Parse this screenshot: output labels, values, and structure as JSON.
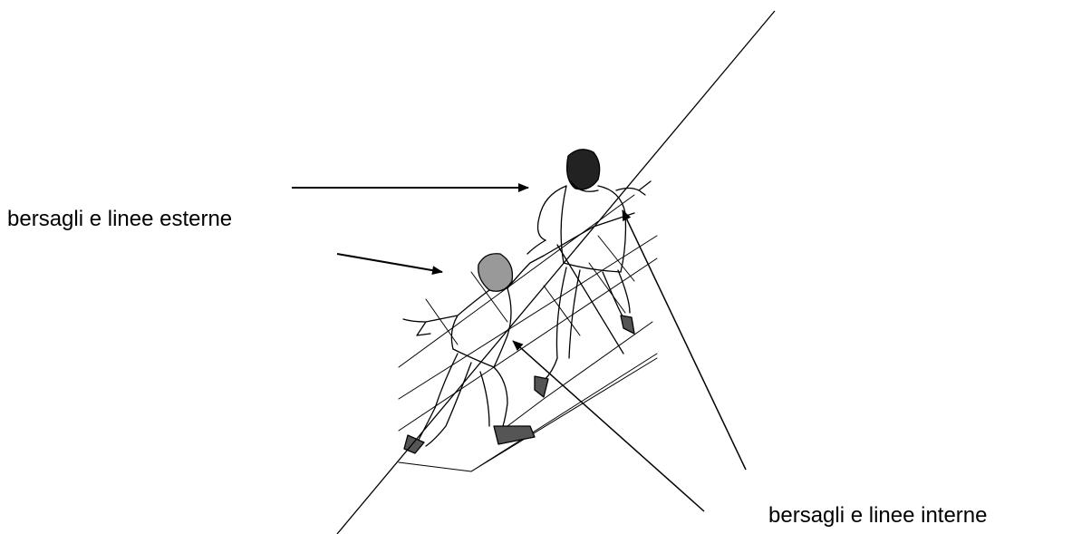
{
  "labels": {
    "external": "bersagli e linee esterne",
    "internal": "bersagli e linee interne"
  },
  "colors": {
    "ink": "#000000",
    "background": "#ffffff"
  },
  "illustration": "fencing-duel-line-drawing"
}
